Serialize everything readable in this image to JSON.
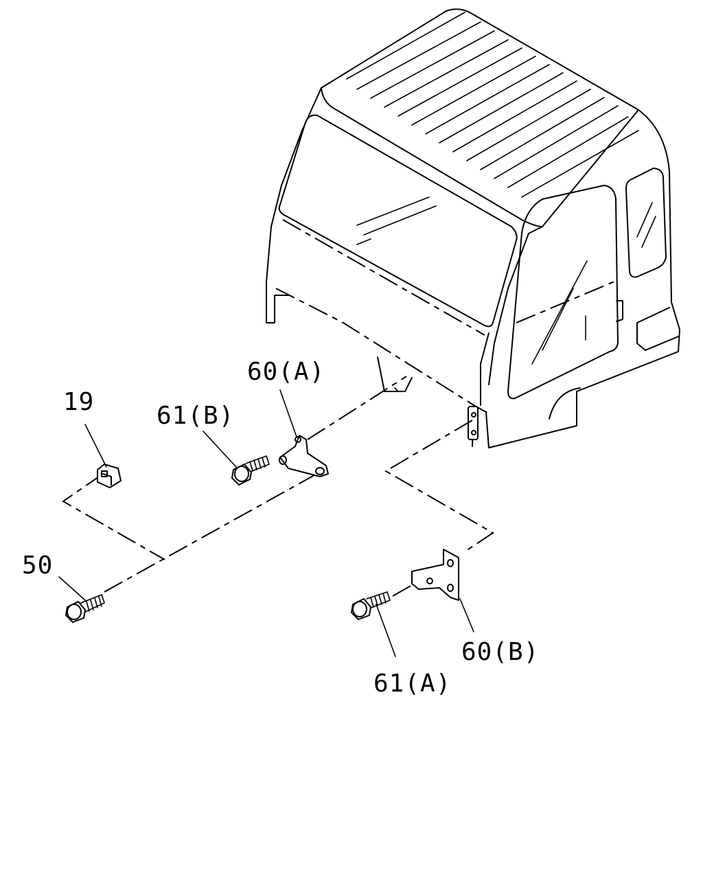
{
  "callouts": {
    "c19": "19",
    "c61b": "61(B)",
    "c60a": "60(A)",
    "c50": "50",
    "c60b": "60(B)",
    "c61a": "61(A)"
  },
  "colors": {
    "line": "#000000",
    "background": "#ffffff"
  }
}
